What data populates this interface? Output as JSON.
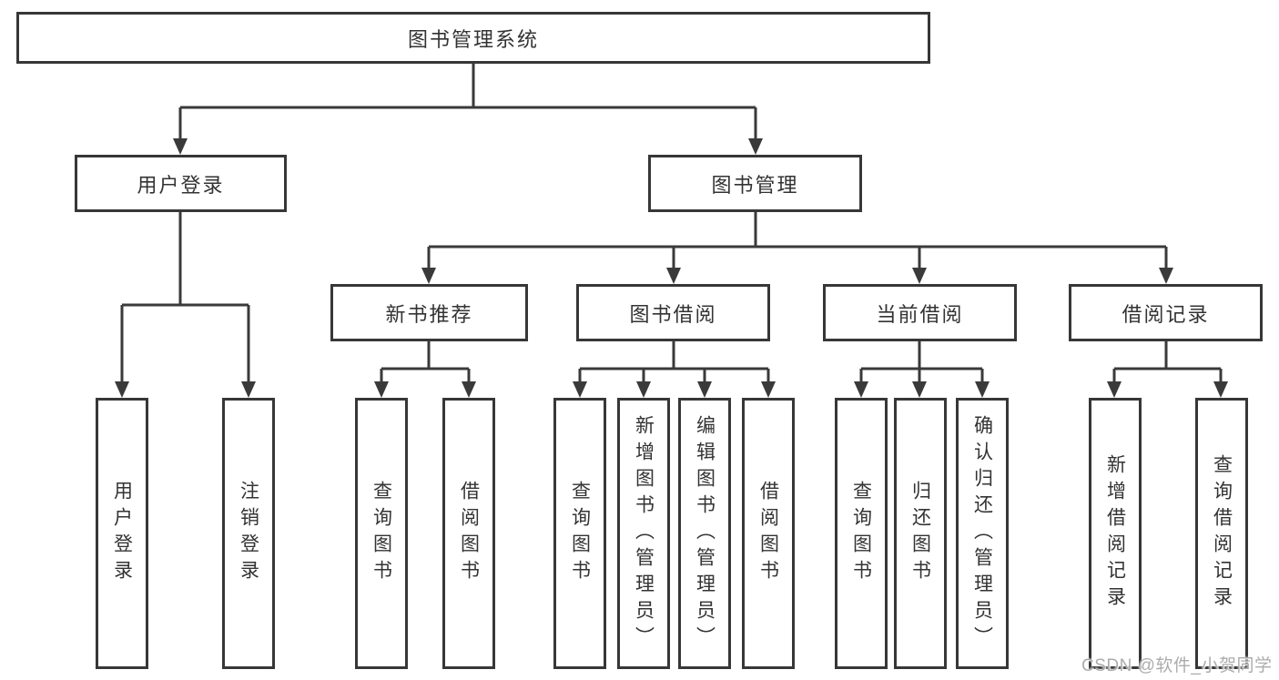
{
  "diagram": {
    "title": "图书管理系统",
    "watermark": "CSDN @软件_小贺同学",
    "nodes": {
      "root": "图书管理系统",
      "user_login": "用户登录",
      "book_mgmt": "图书管理",
      "new_book_rec": "新书推荐",
      "book_borrow": "图书借阅",
      "current_borrow": "当前借阅",
      "borrow_record": "借阅记录",
      "ul_user_login": "用户登录",
      "ul_logout": "注销登录",
      "nb_query_book": "查询图书",
      "nb_borrow_book": "借阅图书",
      "bb_query_book": "查询图书",
      "bb_add_book": "新增图书（管理员）",
      "bb_edit_book": "编辑图书（管理员）",
      "bb_borrow_book": "借阅图书",
      "cb_query_book": "查询图书",
      "cb_return_book": "归还图书",
      "cb_confirm_return": "确认归还（管理员）",
      "br_add_record": "新增借阅记录",
      "br_query_record": "查询借阅记录"
    },
    "hierarchy": {
      "图书管理系统": {
        "用户登录": [
          "用户登录",
          "注销登录"
        ],
        "图书管理": {
          "新书推荐": [
            "查询图书",
            "借阅图书"
          ],
          "图书借阅": [
            "查询图书",
            "新增图书（管理员）",
            "编辑图书（管理员）",
            "借阅图书"
          ],
          "当前借阅": [
            "查询图书",
            "归还图书",
            "确认归还（管理员）"
          ],
          "借阅记录": [
            "新增借阅记录",
            "查询借阅记录"
          ]
        }
      }
    }
  }
}
